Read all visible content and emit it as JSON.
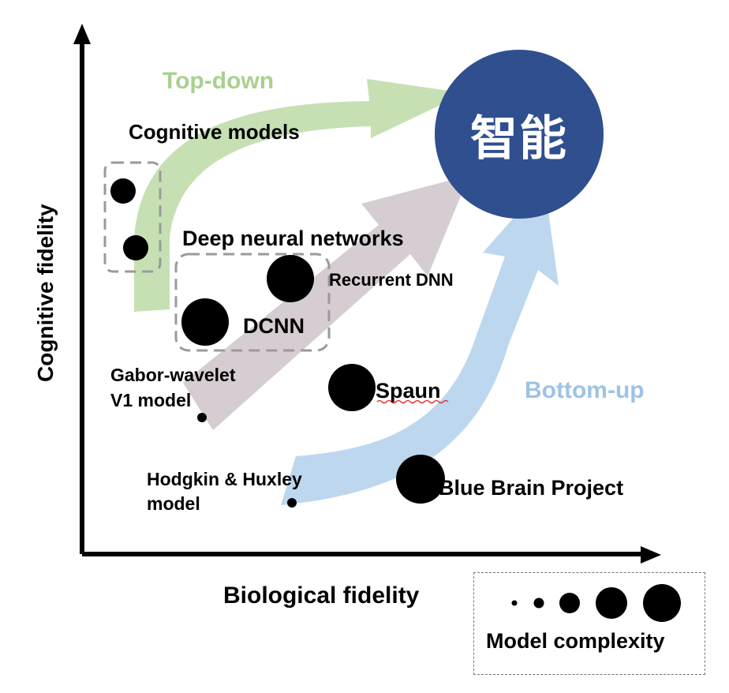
{
  "axes": {
    "y_label": "Cognitive fidelity",
    "x_label": "Biological fidelity"
  },
  "goal": {
    "label": "智能",
    "color": "#2f4f8f"
  },
  "arrows": {
    "top_down": {
      "label": "Top-down",
      "color": "#c6e0b4",
      "label_color": "#a9d18e"
    },
    "middle": {
      "color": "#d5cdd2"
    },
    "bottom_up": {
      "label": "Bottom-up",
      "color": "#bdd7ee",
      "label_color": "#9dc3e6"
    }
  },
  "groups": {
    "cognitive_models": "Cognitive models",
    "deep_networks": "Deep neural networks"
  },
  "models": {
    "recurrent_dnn": "Recurrent DNN",
    "dcnn": "DCNN",
    "gabor_line1": "Gabor-wavelet",
    "gabor_line2": "V1 model",
    "spaun": "Spaun",
    "hh_line1": "Hodgkin & Huxley",
    "hh_line2": "model",
    "blue_brain": "Blue Brain Project"
  },
  "legend": {
    "label": "Model complexity"
  }
}
